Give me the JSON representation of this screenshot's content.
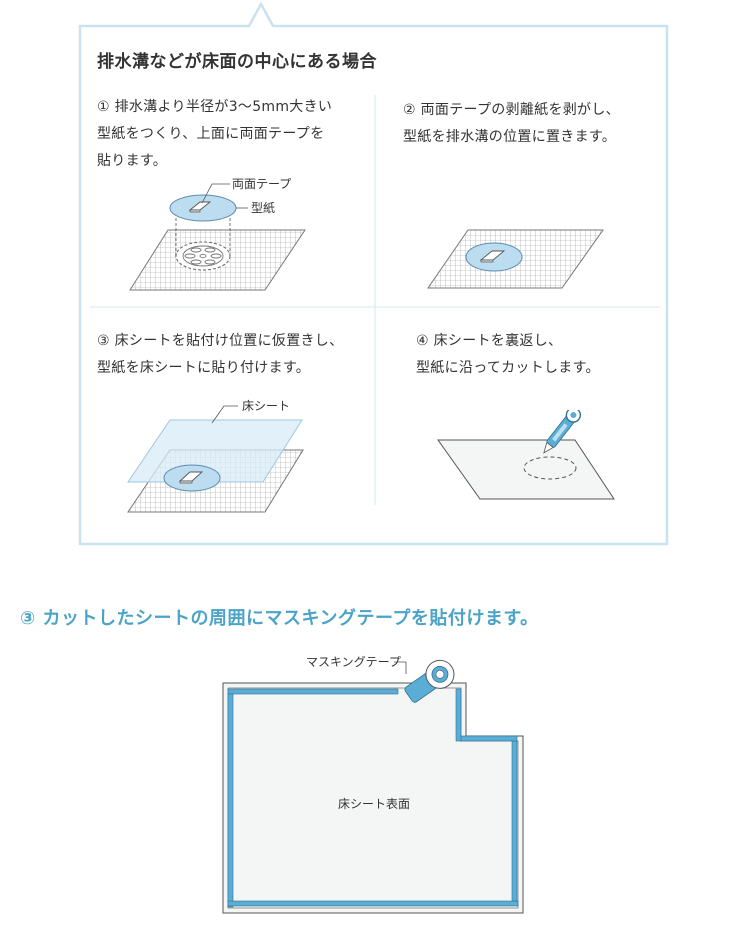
{
  "box": {
    "title": "排水溝などが床面の中心にある場合",
    "border_color": "#c9e2ef"
  },
  "steps": [
    {
      "line1": "① 排水溝より半径が3～5mm大きい",
      "line2": "型紙をつくり、上面に両面テープを",
      "line3": "貼ります。",
      "labels": {
        "tape": "両面テープ",
        "pattern": "型紙"
      }
    },
    {
      "line1": "② 両面テープの剥離紙を剥がし、",
      "line2": "型紙を排水溝の位置に置きます。"
    },
    {
      "line1": "③ 床シートを貼付け位置に仮置きし、",
      "line2": "型紙を床シートに貼り付けます。",
      "labels": {
        "sheet": "床シート"
      }
    },
    {
      "line1": "④ 床シートを裏返し、",
      "line2": "型紙に沿ってカットします。"
    }
  ],
  "section": {
    "heading": "③ カットしたシートの周囲にマスキングテープを貼付けます。",
    "tape_label": "マスキングテープ",
    "surface_label": "床シート表面"
  },
  "colors": {
    "accent": "#4ba3c7",
    "pattern_fill": "#bcdcef",
    "tape_blue": "#5aaed6"
  }
}
